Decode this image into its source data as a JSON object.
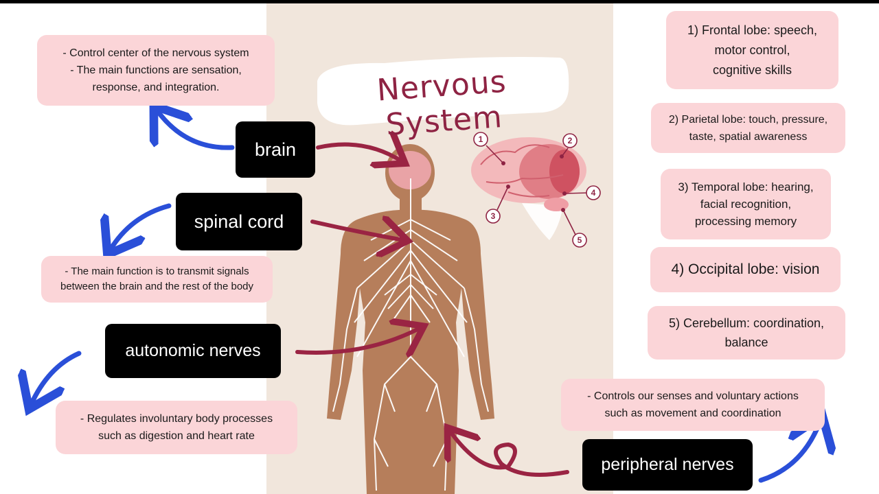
{
  "title": "Nervous System",
  "labels": {
    "brain": "brain",
    "spinal_cord": "spinal cord",
    "autonomic": "autonomic nerves",
    "peripheral": "peripheral nerves"
  },
  "descriptions": {
    "brain": [
      "- Control center of the nervous system",
      "- The main functions are sensation,",
      "response, and integration."
    ],
    "spinal_cord": [
      "- The main function is to transmit signals",
      "between the brain and the rest of the body"
    ],
    "autonomic": [
      "- Regulates involuntary body processes",
      "such as digestion and heart rate"
    ],
    "peripheral": [
      "- Controls our senses and voluntary actions",
      "such as movement and coordination"
    ]
  },
  "brain_parts": [
    {
      "lines": [
        "1) Frontal lobe: speech,",
        "motor control,",
        "cognitive skills"
      ]
    },
    {
      "lines": [
        "2) Parietal lobe: touch, pressure,",
        "taste, spatial awareness"
      ]
    },
    {
      "lines": [
        "3) Temporal lobe: hearing,",
        "facial recognition,",
        "processing memory"
      ]
    },
    {
      "lines": [
        "4) Occipital lobe: vision"
      ]
    },
    {
      "lines": [
        "5) Cerebellum: coordination,",
        "balance"
      ]
    }
  ],
  "brain_markers": [
    "1",
    "2",
    "3",
    "4",
    "5"
  ],
  "colors": {
    "pink_box": "#fbd5d8",
    "beige_panel": "#f1e6dc",
    "arrow_red": "#9a2443",
    "arrow_blue": "#2a4fd8",
    "body_brown": "#b67e5b",
    "title": "#8e2343"
  }
}
